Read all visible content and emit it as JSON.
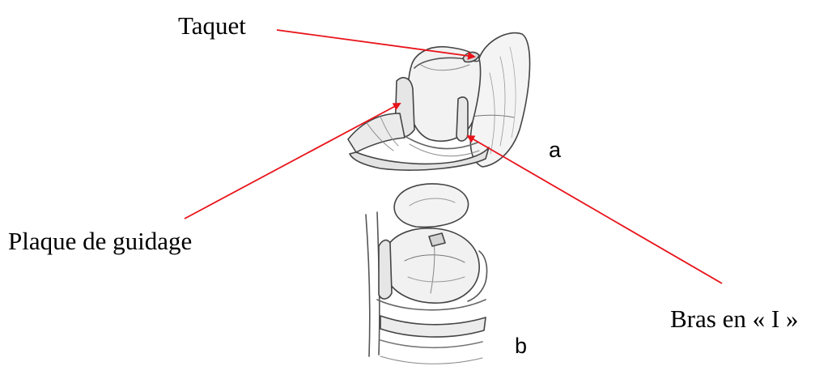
{
  "labels": {
    "taquet": "Taquet",
    "plaque_de_guidage": "Plaque de guidage",
    "bras_en_i": "Bras en « I »",
    "figure_a": "a",
    "figure_b": "b"
  },
  "colors": {
    "arrow": "#e8141b",
    "ink": "#444444",
    "background": "#ffffff"
  }
}
